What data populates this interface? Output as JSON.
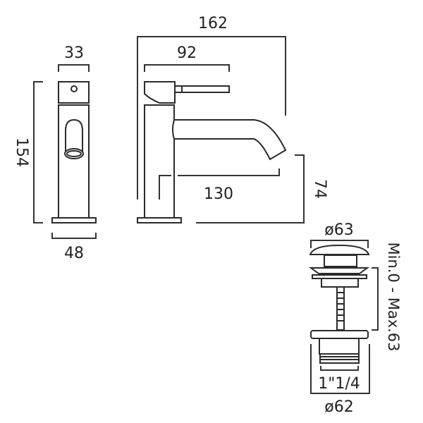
{
  "dimensions": {
    "front_top_width": "33",
    "height": "154",
    "base_width": "48",
    "overall_length": "162",
    "handle_length": "92",
    "spout_reach": "130",
    "spout_height": "74",
    "waste_cap_diameter": "ø63",
    "waste_adjustment": "Min.0 - Max.63",
    "waste_thread": "1\"1/4",
    "waste_base_diameter": "ø62"
  }
}
